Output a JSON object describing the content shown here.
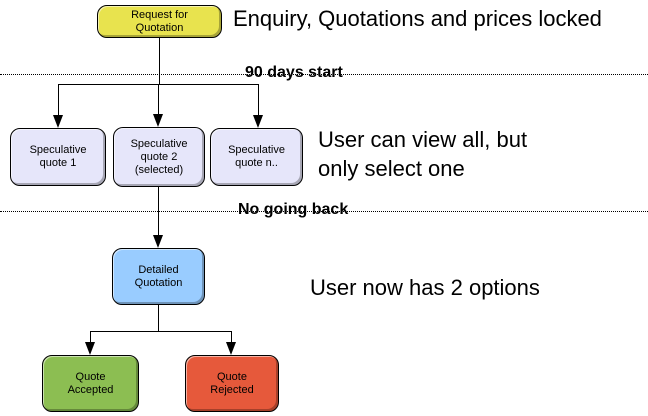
{
  "diagram": {
    "nodes": {
      "request": {
        "label": "Request for\nQuotation",
        "fill": "#e8e34e"
      },
      "spec1": {
        "label": "Speculative\nquote 1",
        "fill": "#e6e6fa"
      },
      "spec2": {
        "label": "Speculative\nquote 2\n(selected)",
        "fill": "#e6e6fa"
      },
      "specn": {
        "label": "Speculative\nquote n..",
        "fill": "#e6e6fa"
      },
      "detailed": {
        "label": "Detailed\nQuotation",
        "fill": "#99ccff"
      },
      "accepted": {
        "label": "Quote\nAccepted",
        "fill": "#8cbe52"
      },
      "rejected": {
        "label": "Quote\nRejected",
        "fill": "#e6593b"
      }
    },
    "dividers": {
      "first_label": "90 days start",
      "second_label": "No going back"
    },
    "annotations": {
      "top": "Enquiry, Quotations and prices locked",
      "middle": "User can view all, but\nonly select one",
      "bottom": "User now has 2 options"
    },
    "colors": {
      "line": "#000000",
      "text": "#000000",
      "background": "#ffffff"
    }
  }
}
